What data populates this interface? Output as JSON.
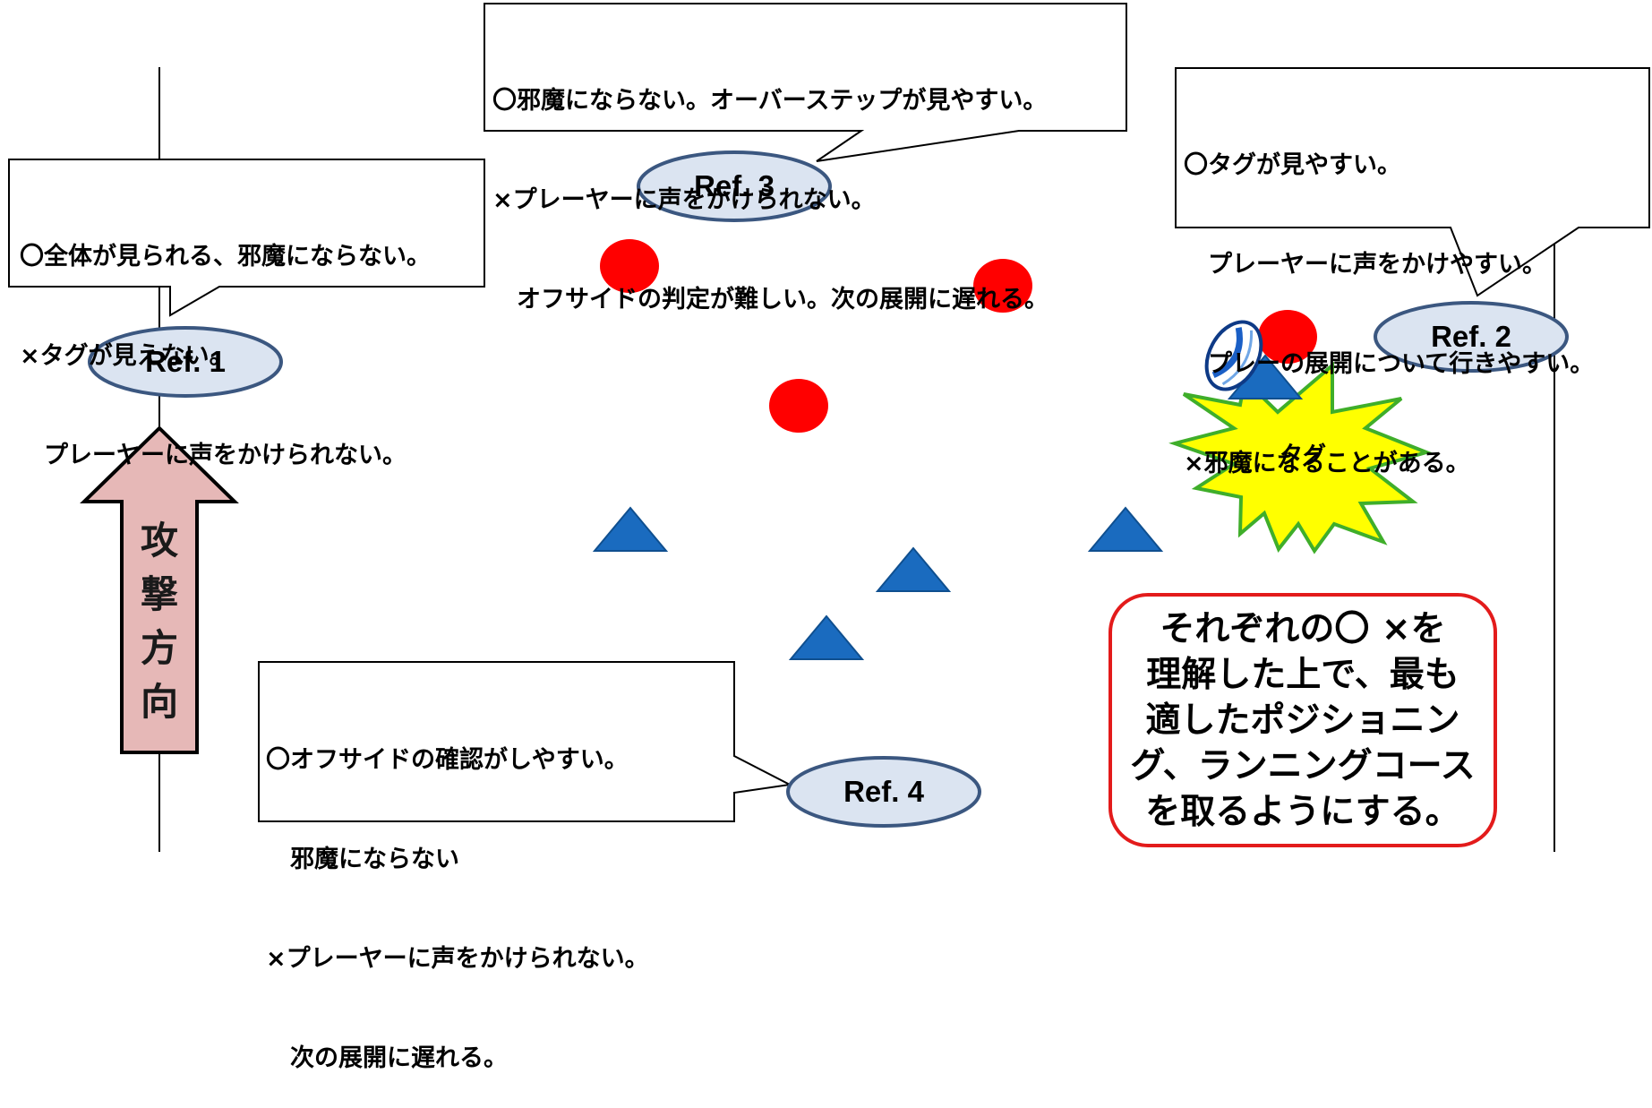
{
  "colors": {
    "player_red": "#ff0000",
    "marker_blue": "#1a6bbf",
    "marker_stroke": "#0f4f8f",
    "ref_fill": "#dbe4f1",
    "ref_stroke": "#3b5780",
    "arrow_fill": "#e6b8b7",
    "burst_fill": "#ffff00",
    "burst_stroke": "#3fae2a",
    "summary_border": "#e31b1b"
  },
  "callouts": {
    "ref1": {
      "lines": [
        "〇全体が見られる、邪魔にならない。",
        "×タグが見えない。",
        "　プレーヤーに声をかけられない。"
      ]
    },
    "ref2": {
      "lines": [
        "〇タグが見やすい。",
        "　プレーヤーに声をかけやすい。",
        "　プレーの展開について行きやすい。",
        "×邪魔になることがある。"
      ]
    },
    "ref3": {
      "lines": [
        "〇邪魔にならない。オーバーステップが見やすい。",
        "×プレーヤーに声をかけられない。",
        "　オフサイドの判定が難しい。次の展開に遅れる。"
      ]
    },
    "ref4": {
      "lines": [
        "〇オフサイドの確認がしやすい。",
        "　邪魔にならない",
        "×プレーヤーに声をかけられない。",
        "　次の展開に遅れる。"
      ]
    }
  },
  "referees": {
    "ref1": "Ref. 1",
    "ref2": "Ref. 2",
    "ref3": "Ref. 3",
    "ref4": "Ref. 4"
  },
  "attack_arrow": {
    "chars": [
      "攻",
      "撃",
      "方",
      "向"
    ]
  },
  "burst": {
    "label": "タグ",
    "icon": "rugby-ball-icon"
  },
  "summary": {
    "lines": [
      "それぞれの〇 ×を",
      "理解した上で、最も",
      "適したポジショニン",
      "グ、ランニングコース",
      "を取るようにする。"
    ]
  }
}
